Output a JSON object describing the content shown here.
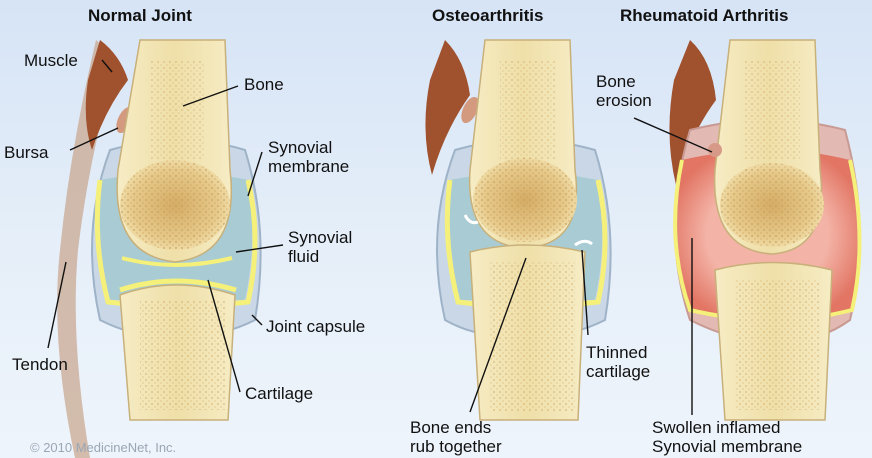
{
  "panels": {
    "normal": {
      "title": "Normal Joint",
      "labels": {
        "muscle": "Muscle",
        "bone": "Bone",
        "bursa": "Bursa",
        "synovial_membrane": [
          "Synovial",
          "membrane"
        ],
        "synovial_fluid": [
          "Synovial",
          "fluid"
        ],
        "joint_capsule": "Joint capsule",
        "tendon": "Tendon",
        "cartilage": "Cartilage"
      }
    },
    "osteoarthritis": {
      "title": "Osteoarthritis",
      "labels": {
        "thinned_cartilage": [
          "Thinned",
          "cartilage"
        ],
        "bone_ends": [
          "Bone ends",
          "rub together"
        ]
      }
    },
    "rheumatoid": {
      "title": "Rheumatoid Arthritis",
      "labels": {
        "bone_erosion": [
          "Bone",
          "erosion"
        ],
        "swollen_membrane": [
          "Swollen inflamed",
          "Synovial membrane"
        ]
      }
    }
  },
  "copyright": "© 2010 MedicineNet, Inc.",
  "colors": {
    "bone": "#eedca2",
    "bone_spongy": "#d9b673",
    "cartilage": "#f4f07a",
    "synovial_fluid": "#a9cbd3",
    "capsule": "#c9d7e6",
    "muscle": "#a0512e",
    "inflamed": "#e88878"
  }
}
